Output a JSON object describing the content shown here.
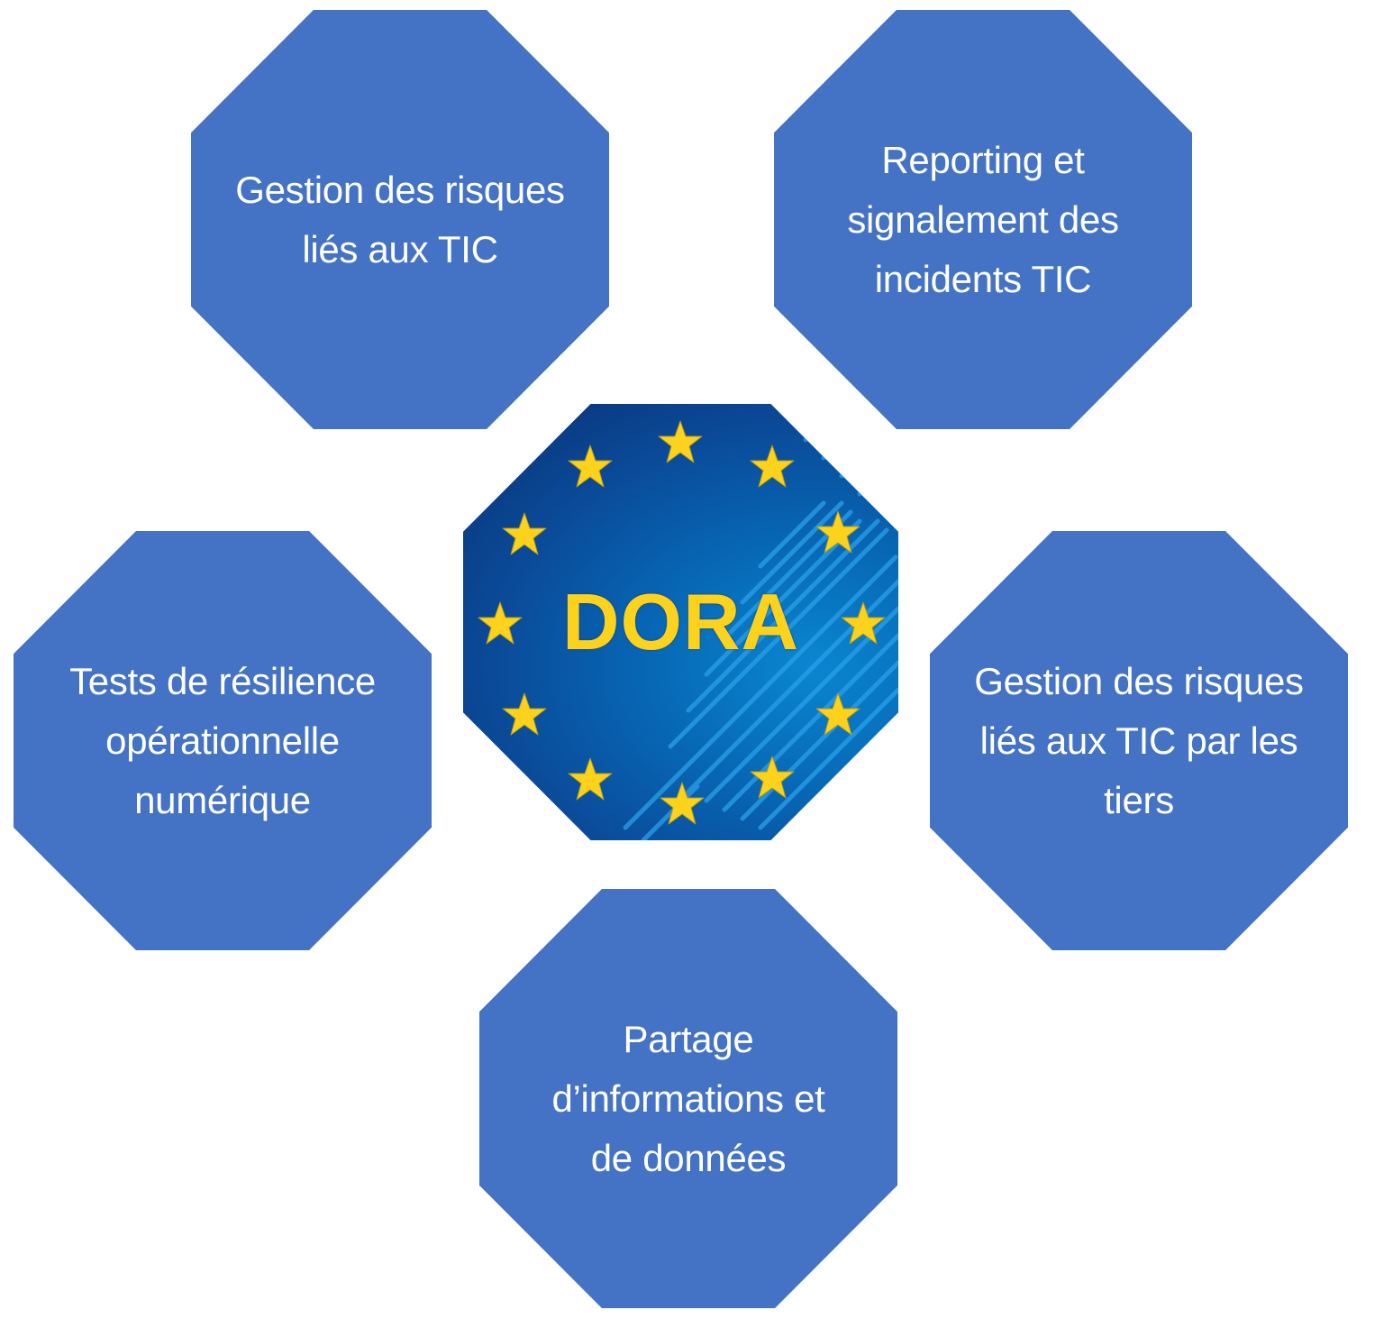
{
  "diagram": {
    "center": {
      "label": "DORA",
      "background_color": "#0B4A9A",
      "text_color": "#FDD21C",
      "star_color": "#FDD21C",
      "star_count": 12
    },
    "node_color": "#4472C4",
    "node_text_color": "#FFFFFF",
    "nodes": [
      {
        "id": "top-left",
        "lines": [
          "Gestion des risques",
          "liés aux TIC"
        ]
      },
      {
        "id": "top-right",
        "lines": [
          "Reporting et",
          "signalement des",
          "incidents TIC"
        ]
      },
      {
        "id": "left",
        "lines": [
          "Tests de résilience",
          "opérationnelle",
          "numérique"
        ]
      },
      {
        "id": "right",
        "lines": [
          "Gestion des risques",
          "liés aux TIC par les",
          "tiers"
        ]
      },
      {
        "id": "bottom",
        "lines": [
          "Partage",
          "d’informations et",
          "de données"
        ]
      }
    ]
  }
}
